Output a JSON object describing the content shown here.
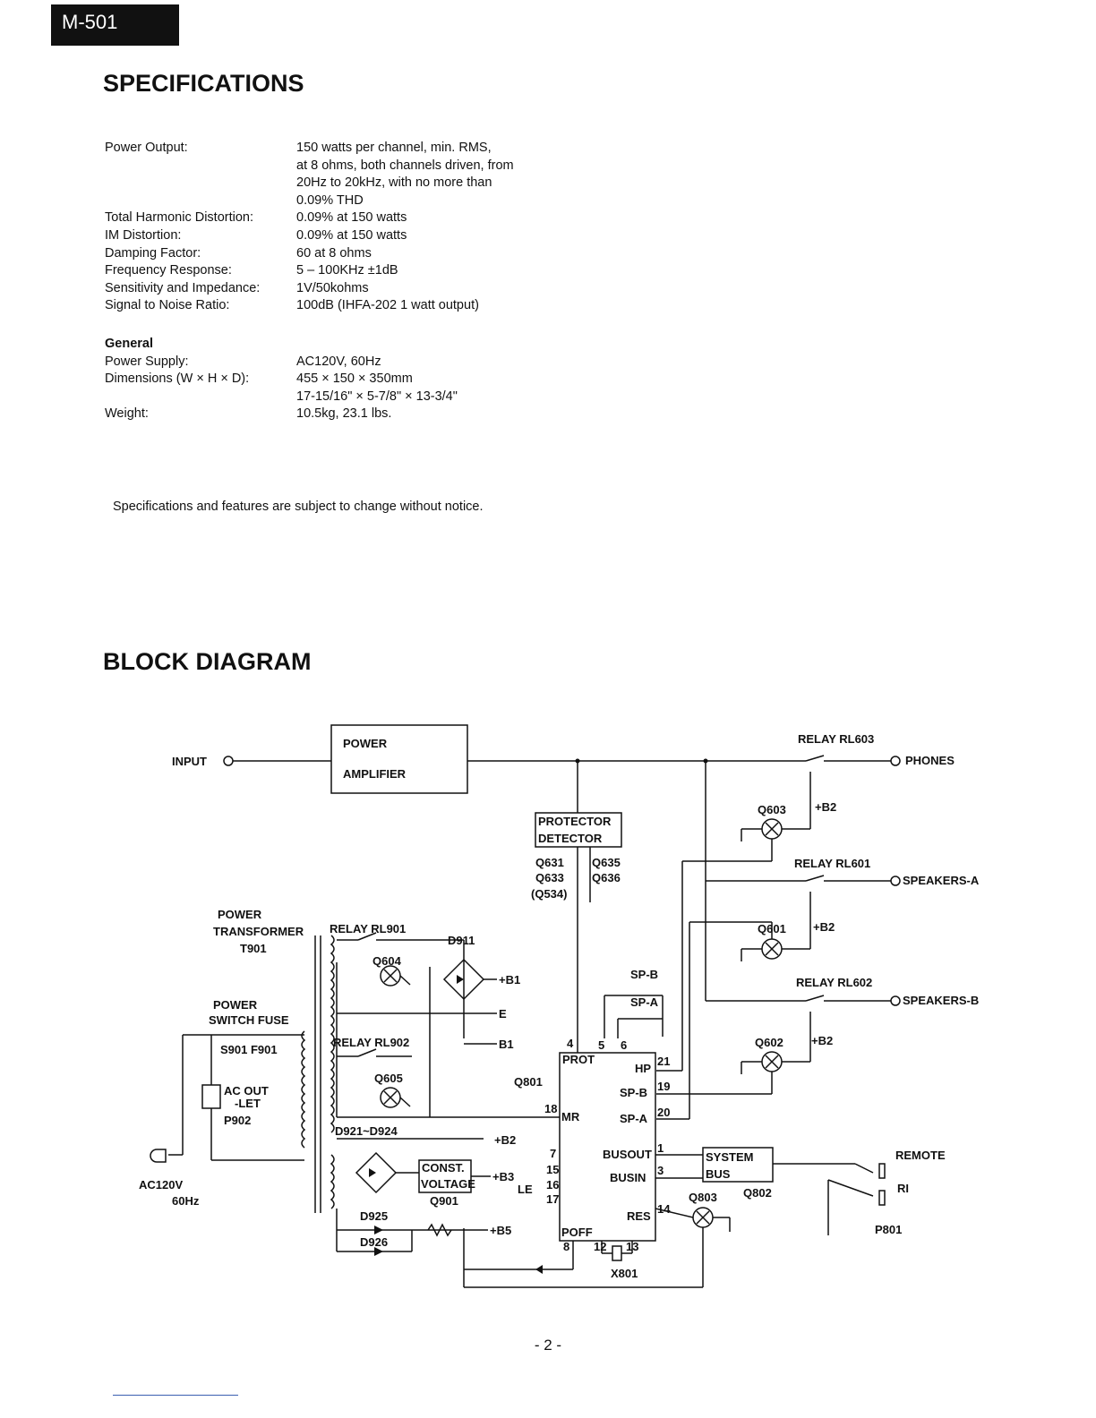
{
  "header": {
    "model": "M-501"
  },
  "specifications": {
    "title": "SPECIFICATIONS",
    "rows": [
      {
        "label": "Power Output:",
        "value": "150 watts per channel, min. RMS,\nat 8 ohms, both channels driven, from\n20Hz to 20kHz, with no more than\n0.09% THD"
      },
      {
        "label": "Total Harmonic Distortion:",
        "value": "0.09% at 150 watts"
      },
      {
        "label": "IM Distortion:",
        "value": "0.09% at 150 watts"
      },
      {
        "label": "Damping Factor:",
        "value": "60 at 8 ohms"
      },
      {
        "label": "Frequency Response:",
        "value": "5 – 100KHz ±1dB"
      },
      {
        "label": "Sensitivity and Impedance:",
        "value": "1V/50kohms"
      },
      {
        "label": "Signal to Noise Ratio:",
        "value": "100dB (IHFA-202 1 watt output)"
      }
    ],
    "general_title": "General",
    "general_rows": [
      {
        "label": "Power Supply:",
        "value": "AC120V, 60Hz"
      },
      {
        "label": "Dimensions (W × H × D):",
        "value": "455 × 150 × 350mm\n17-15/16\" × 5-7/8\" × 13-3/4\""
      },
      {
        "label": "Weight:",
        "value": "10.5kg, 23.1 lbs."
      }
    ],
    "notice": "Specifications and features are subject to change without notice."
  },
  "block_diagram": {
    "title": "BLOCK DIAGRAM",
    "labels": {
      "input": "INPUT",
      "power": "POWER",
      "amplifier": "AMPLIFIER",
      "relay_rl603": "RELAY RL603",
      "phones": "PHONES",
      "q603": "Q603",
      "plus_b2": "+B2",
      "protector": "PROTECTOR",
      "detector": "DETECTOR",
      "q631": "Q631",
      "q633": "Q633",
      "q534": "(Q534)",
      "q635": "Q635",
      "q636": "Q636",
      "relay_rl601": "RELAY RL601",
      "speakers_a": "SPEAKERS-A",
      "q601": "Q601",
      "relay_rl602": "RELAY RL602",
      "speakers_b": "SPEAKERS-B",
      "q602": "Q602",
      "power_transformer_1": "POWER",
      "power_transformer_2": "TRANSFORMER",
      "t901": "T901",
      "relay_rl901": "RELAY RL901",
      "d911": "D911",
      "q604": "Q604",
      "plus_b1": "+B1",
      "e": "E",
      "b1": "B1",
      "power_switch_1": "POWER",
      "power_switch_2": "SWITCH FUSE",
      "s901_f901": "S901 F901",
      "relay_rl902": "RELAY RL902",
      "q605": "Q605",
      "ac_out_1": "AC OUT",
      "ac_out_2": "-LET",
      "p902": "P902",
      "d921_d924": "D921~D924",
      "const": "CONST.",
      "voltage": "VOLTAGE",
      "q901": "Q901",
      "plus_b3": "+B3",
      "le": "LE",
      "d925": "D925",
      "d926": "D926",
      "plus_b5": "+B5",
      "ac120v": "AC120V",
      "hz60": "60Hz",
      "sp_b_sw": "SP-B",
      "sp_a_sw": "SP-A",
      "q801": "Q801",
      "prot": "PROT",
      "hp": "HP",
      "sp_b": "SP-B",
      "sp_a": "SP-A",
      "mr": "MR",
      "busout": "BUSOUT",
      "busin": "BUSIN",
      "res": "RES",
      "poff": "POFF",
      "x801": "X801",
      "system": "SYSTEM",
      "bus": "BUS",
      "q802": "Q802",
      "q803": "Q803",
      "remote": "REMOTE",
      "ri": "RI",
      "p801": "P801",
      "pin4": "4",
      "pin5": "5",
      "pin6": "6",
      "pin21": "21",
      "pin19": "19",
      "pin20": "20",
      "pin18": "18",
      "pin7": "7",
      "pin15": "15",
      "pin16": "16",
      "pin17": "17",
      "pin1": "1",
      "pin3": "3",
      "pin14": "14",
      "pin8": "8",
      "pin12": "12",
      "pin13": "13"
    }
  },
  "footer": {
    "page": "- 2 -"
  }
}
